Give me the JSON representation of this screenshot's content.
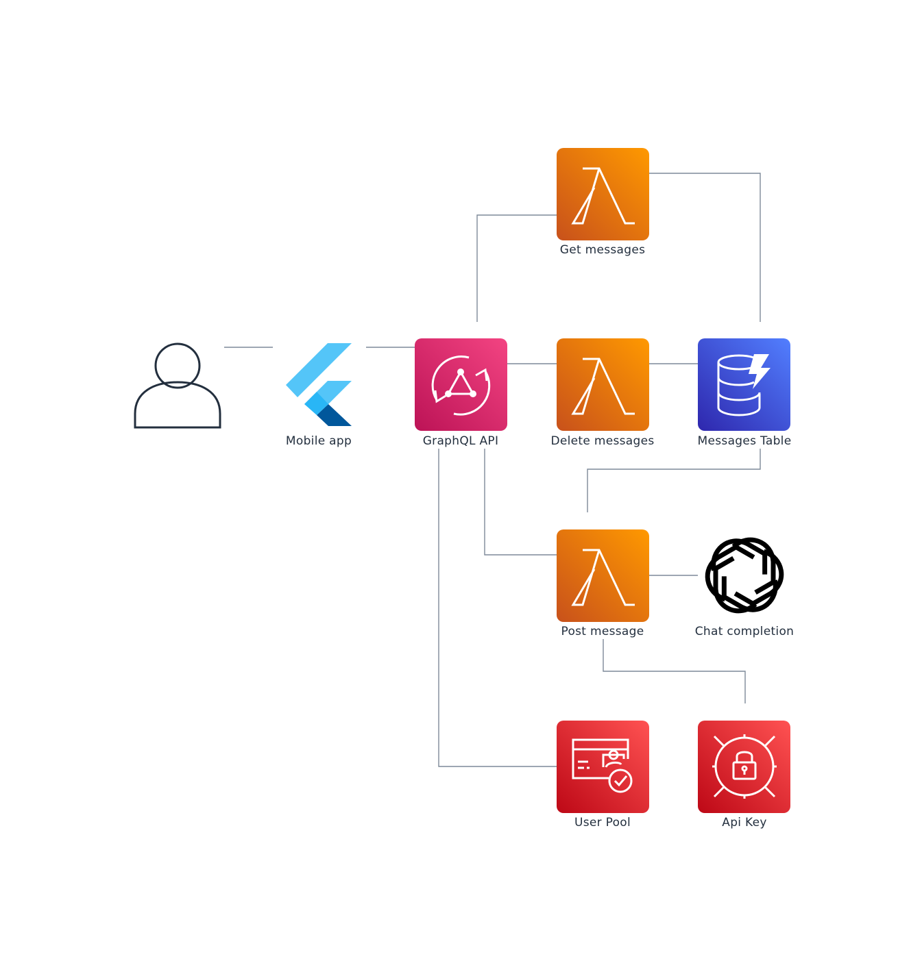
{
  "diagram": {
    "nodes": {
      "user": {
        "label": "",
        "icon": "user-icon"
      },
      "mobile_app": {
        "label": "Mobile app",
        "icon": "flutter-icon"
      },
      "graphql_api": {
        "label": "GraphQL API",
        "icon": "appsync-icon"
      },
      "get_messages": {
        "label": "Get messages",
        "icon": "lambda-icon"
      },
      "delete_messages": {
        "label": "Delete messages",
        "icon": "lambda-icon"
      },
      "messages_table": {
        "label": "Messages Table",
        "icon": "dynamodb-icon"
      },
      "post_message": {
        "label": "Post message",
        "icon": "lambda-icon"
      },
      "chat_completion": {
        "label": "Chat completion",
        "icon": "openai-icon"
      },
      "user_pool": {
        "label": "User Pool",
        "icon": "cognito-icon"
      },
      "api_key": {
        "label": "Api Key",
        "icon": "secrets-manager-icon"
      }
    },
    "edges": [
      {
        "from": "user",
        "to": "mobile_app"
      },
      {
        "from": "mobile_app",
        "to": "graphql_api"
      },
      {
        "from": "graphql_api",
        "to": "get_messages"
      },
      {
        "from": "graphql_api",
        "to": "delete_messages"
      },
      {
        "from": "graphql_api",
        "to": "post_message"
      },
      {
        "from": "graphql_api",
        "to": "user_pool"
      },
      {
        "from": "get_messages",
        "to": "messages_table"
      },
      {
        "from": "delete_messages",
        "to": "messages_table"
      },
      {
        "from": "messages_table",
        "to": "post_message"
      },
      {
        "from": "post_message",
        "to": "chat_completion"
      },
      {
        "from": "post_message",
        "to": "api_key"
      }
    ],
    "colors": {
      "connector": "#7d8998",
      "label": "#232f3e",
      "lambda": [
        "#c8511b",
        "#ff9900"
      ],
      "appsync": [
        "#bc1356",
        "#f34482"
      ],
      "dynamodb": [
        "#2e27ad",
        "#527fff"
      ],
      "security": [
        "#bd0816",
        "#ff5252"
      ]
    }
  }
}
